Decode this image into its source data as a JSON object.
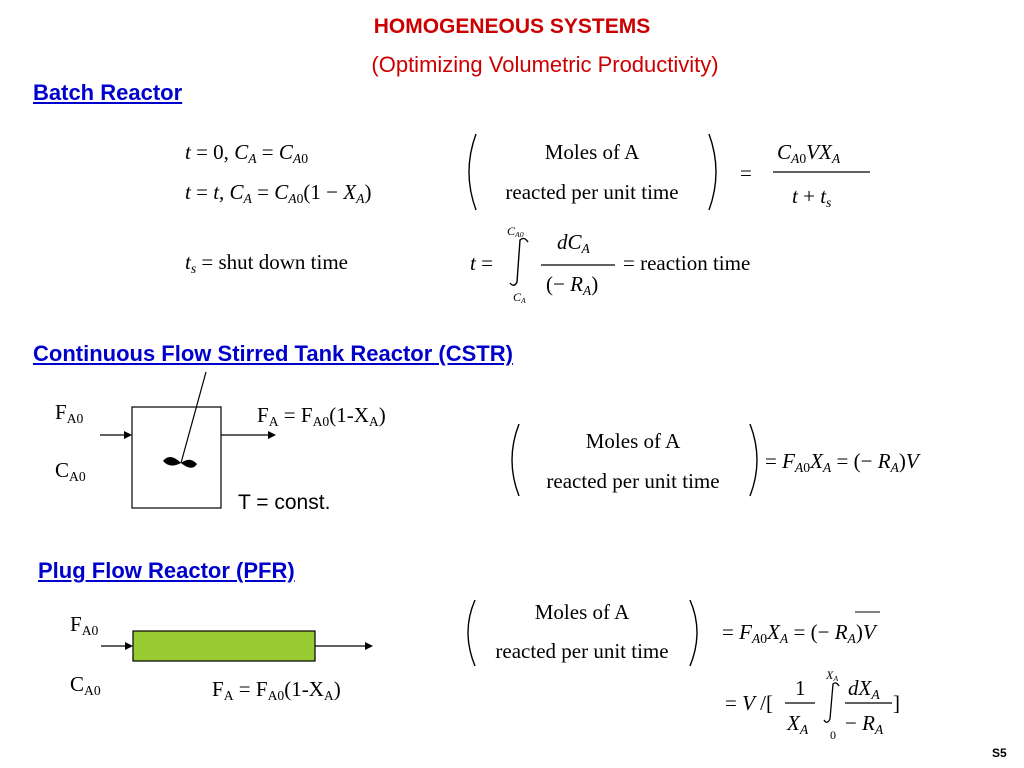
{
  "colors": {
    "title": "#cc0000",
    "heading": "#0000cc",
    "pipe": "#99cc33"
  },
  "slide": {
    "title": "HOMOGENEOUS SYSTEMS",
    "subtitle": "(Optimizing Volumetric Productivity)",
    "page": "S5"
  },
  "batch": {
    "heading": "Batch Reactor",
    "moles": "Moles of A",
    "reacted": "reacted per unit time",
    "shutdown": "shut down time",
    "reaction_time": "reaction time"
  },
  "cstr": {
    "heading": "Continuous Flow Stirred Tank Reactor (CSTR)",
    "temp": "T = const.",
    "moles": "Moles of A",
    "reacted": "reacted per unit time"
  },
  "pfr": {
    "heading": "Plug Flow Reactor (PFR)",
    "moles": "Moles of A",
    "reacted": "reacted per unit time"
  }
}
